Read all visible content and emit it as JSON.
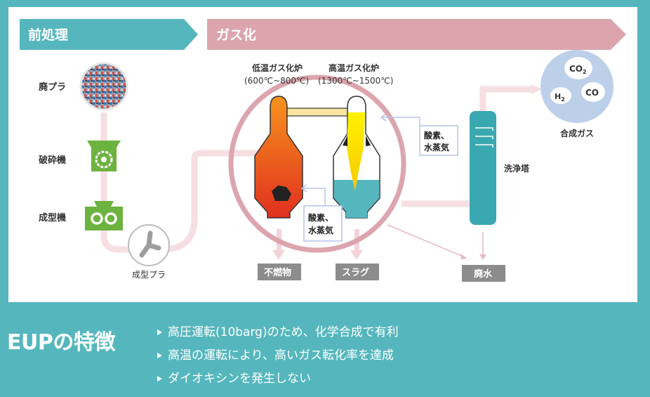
{
  "sections": {
    "pretreatment": "前処理",
    "gasification": "ガス化"
  },
  "pretreatment_steps": {
    "waste_plastic": "廃プラ",
    "crusher": "破砕機",
    "molding_machine": "成型機",
    "molded_plastic": "成型プラ"
  },
  "furnaces": {
    "low_temp_name": "低温ガス化炉",
    "low_temp_range": "(600℃~800℃)",
    "high_temp_name": "高温ガス化炉",
    "high_temp_range": "(1300℃~1500℃)"
  },
  "inputs": {
    "oxygen_steam_line1": "酸素、",
    "oxygen_steam_line2": "水蒸気"
  },
  "outputs": {
    "incombustibles": "不燃物",
    "slag": "スラグ",
    "wastewater": "廃水"
  },
  "scrubber": "洗浄塔",
  "syngas": {
    "label": "合成ガス",
    "co2_base": "CO",
    "co2_sub": "2",
    "h2_base": "H",
    "h2_sub": "2",
    "co": "CO"
  },
  "features": {
    "title": "EUPの特徴",
    "items": [
      "高圧運転(10barg)のため、化学合成で有利",
      "高温の運転により、高いガス転化率を達成",
      "ダイオキシンを発生しない"
    ]
  },
  "colors": {
    "teal": "#55b7bd",
    "pink": "#dca5ae",
    "green": "#6db33f",
    "gray": "#8c8c8c"
  }
}
